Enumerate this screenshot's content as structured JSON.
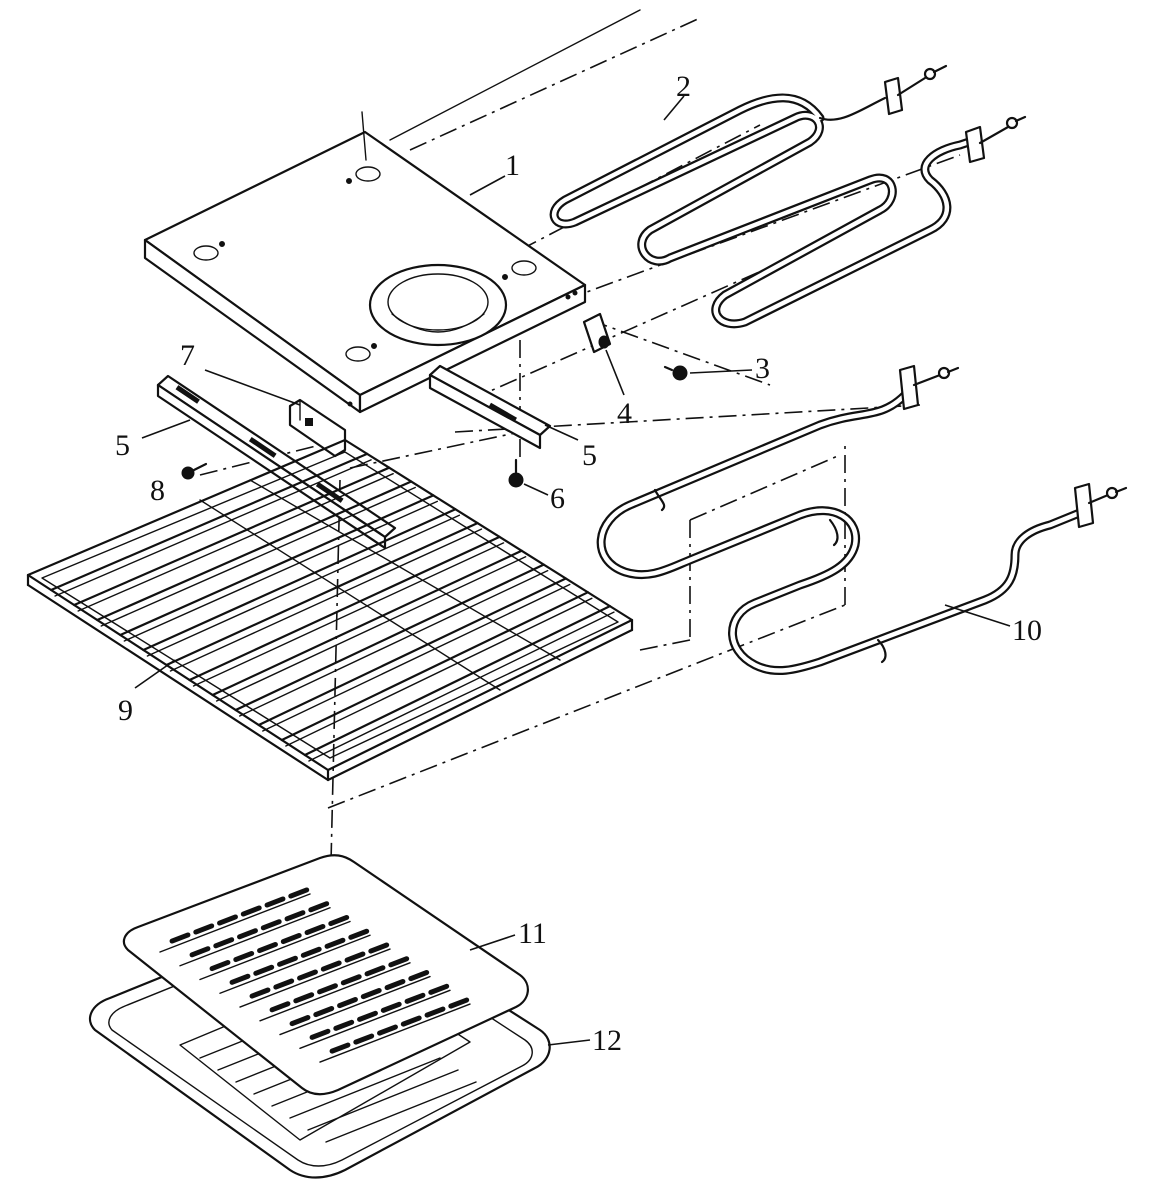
{
  "diagram": {
    "labels": {
      "part_1": "1",
      "part_2": "2",
      "part_3": "3",
      "part_4": "4",
      "part_5_left": "5",
      "part_5_right": "5",
      "part_6": "6",
      "part_7": "7",
      "part_8": "8",
      "part_9": "9",
      "part_10": "10",
      "part_11": "11",
      "part_12": "12"
    },
    "icons": {
      "screw": "screw-icon",
      "terminal": "terminal-icon"
    }
  }
}
